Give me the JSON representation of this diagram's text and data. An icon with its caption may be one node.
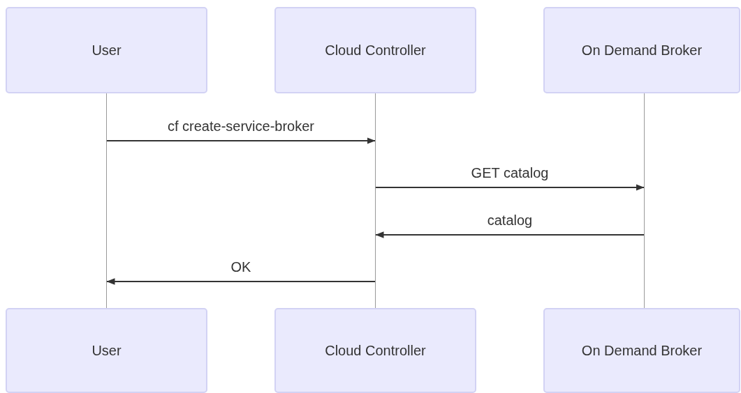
{
  "diagram": {
    "nodes": [
      {
        "text": [
          "User"
        ]
      },
      {
        "text": [
          "Cloud Controller"
        ]
      },
      {
        "text": [
          "On Demand Broker"
        ]
      },
      {
        "text": [],
        "shape": "line"
      },
      {
        "text": [],
        "shape": "line"
      },
      {
        "text": [],
        "shape": "line"
      },
      {
        "text": [
          "User"
        ]
      },
      {
        "text": [
          "Cloud Controller"
        ]
      },
      {
        "text": [
          "On Demand Broker"
        ]
      }
    ],
    "edges": [
      {
        "from": 3,
        "to": 4,
        "arrow": "to",
        "label": "cf create-service-broker"
      },
      {
        "from": 4,
        "to": 5,
        "arrow": "to",
        "label": "GET catalog"
      },
      {
        "from": 5,
        "to": 4,
        "arrow": "to",
        "label": "catalog"
      },
      {
        "from": 4,
        "to": 3,
        "arrow": "to",
        "label": "OK"
      }
    ]
  }
}
